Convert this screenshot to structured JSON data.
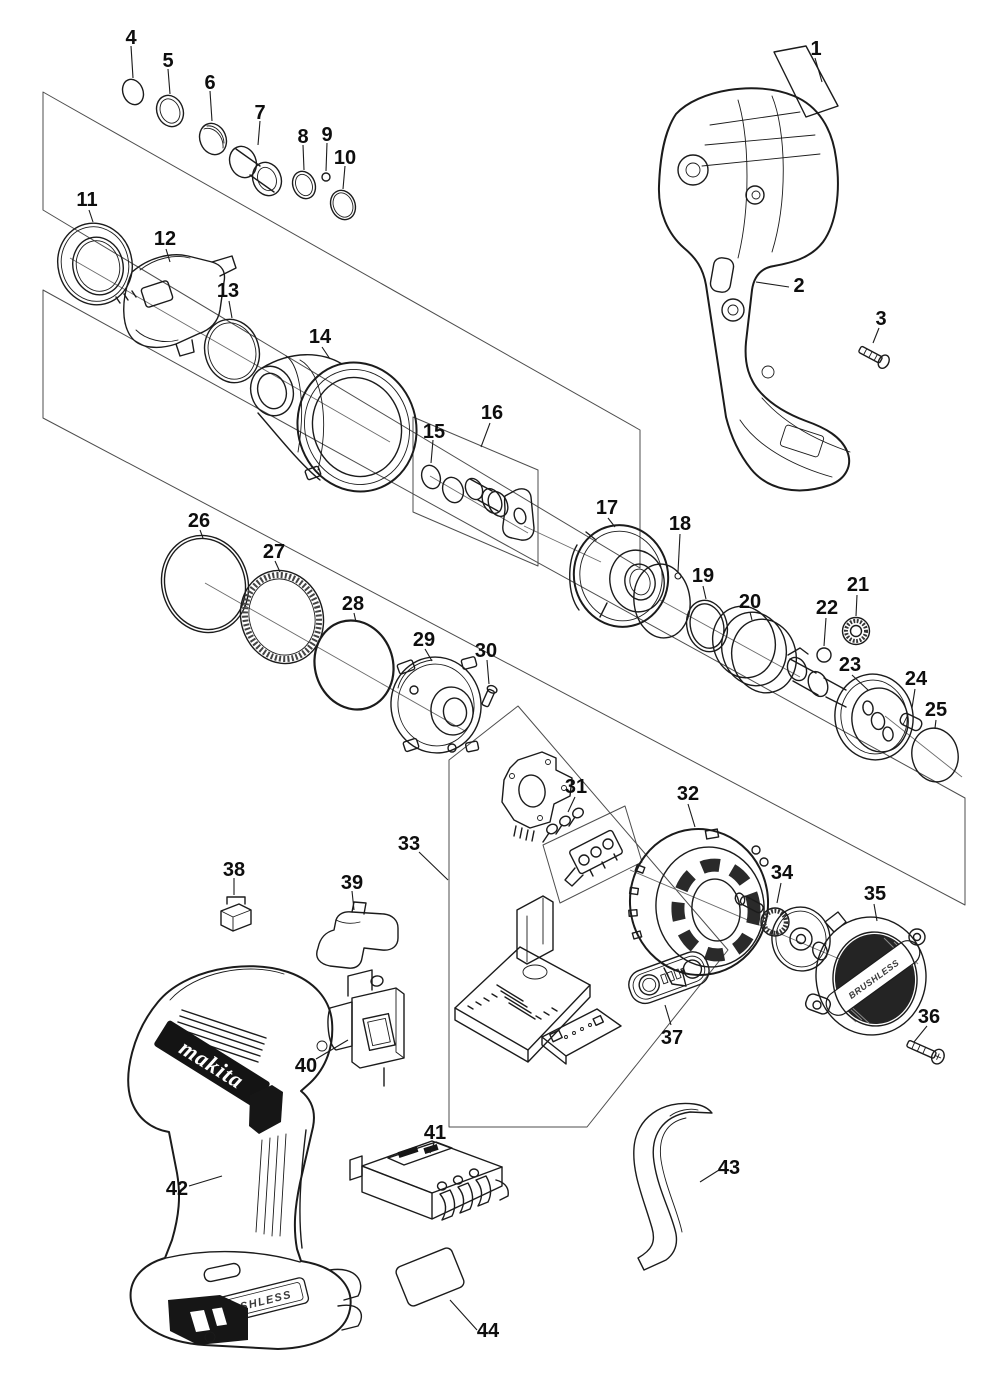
{
  "texts": {
    "logo": "makita",
    "battery_badge": "BRUSHLESS",
    "rear_cover_badge": "BRUSHLESS"
  },
  "parts": [
    {
      "num": "1",
      "name": "serial-label"
    },
    {
      "num": "2",
      "name": "housing-half-inner"
    },
    {
      "num": "3",
      "name": "tapping-screw"
    },
    {
      "num": "4",
      "name": "retaining-ring"
    },
    {
      "num": "5",
      "name": "flat-washer"
    },
    {
      "num": "6",
      "name": "wave-spring"
    },
    {
      "num": "7",
      "name": "bumper-ring"
    },
    {
      "num": "8",
      "name": "ring"
    },
    {
      "num": "9",
      "name": "steel-ball"
    },
    {
      "num": "10",
      "name": "ring"
    },
    {
      "num": "11",
      "name": "retaining-ring"
    },
    {
      "num": "12",
      "name": "front-bumper-cap"
    },
    {
      "num": "13",
      "name": "o-ring"
    },
    {
      "num": "14",
      "name": "hammer-case"
    },
    {
      "num": "15",
      "name": "o-ring-pair"
    },
    {
      "num": "16",
      "name": "anvil-assembly"
    },
    {
      "num": "17",
      "name": "hammer"
    },
    {
      "num": "18",
      "name": "washer"
    },
    {
      "num": "19",
      "name": "washer"
    },
    {
      "num": "20",
      "name": "compression-spring"
    },
    {
      "num": "21",
      "name": "bearing"
    },
    {
      "num": "22",
      "name": "steel-ball"
    },
    {
      "num": "23",
      "name": "spindle"
    },
    {
      "num": "24",
      "name": "pin"
    },
    {
      "num": "25",
      "name": "ring"
    },
    {
      "num": "26",
      "name": "ring"
    },
    {
      "num": "27",
      "name": "internal-gear"
    },
    {
      "num": "28",
      "name": "o-ring"
    },
    {
      "num": "29",
      "name": "bearing-retainer"
    },
    {
      "num": "30",
      "name": "screw"
    },
    {
      "num": "31",
      "name": "screw-set"
    },
    {
      "num": "32",
      "name": "stator"
    },
    {
      "num": "33",
      "name": "controller-assembly"
    },
    {
      "num": "34",
      "name": "rotor"
    },
    {
      "num": "35",
      "name": "rear-cover"
    },
    {
      "num": "36",
      "name": "tapping-screw"
    },
    {
      "num": "37",
      "name": "switch-panel"
    },
    {
      "num": "38",
      "name": "terminal-block-small"
    },
    {
      "num": "39",
      "name": "lock-lever"
    },
    {
      "num": "40",
      "name": "switch"
    },
    {
      "num": "41",
      "name": "terminal-block"
    },
    {
      "num": "42",
      "name": "housing-half-outer"
    },
    {
      "num": "43",
      "name": "belt-hook"
    },
    {
      "num": "44",
      "name": "name-plate"
    }
  ]
}
